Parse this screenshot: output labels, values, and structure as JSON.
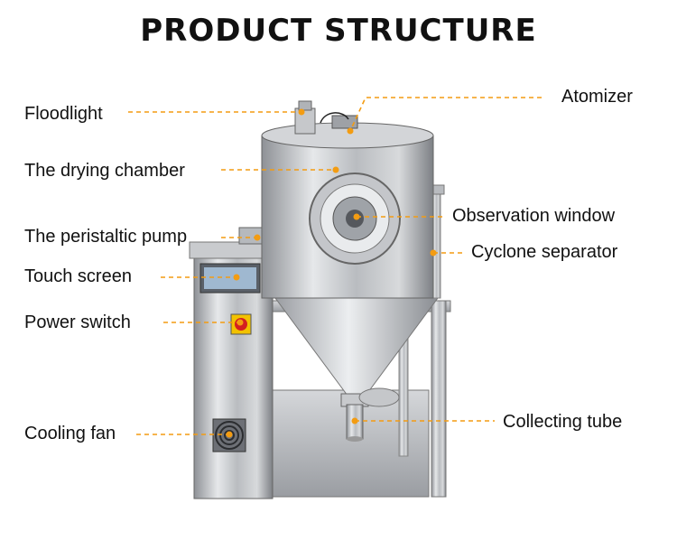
{
  "title": "PRODUCT STRUCTURE",
  "accent_color": "#f39c12",
  "labels": {
    "floodlight": "Floodlight",
    "drying_chamber": "The drying chamber",
    "peristaltic_pump": "The peristaltic pump",
    "touch_screen": "Touch screen",
    "power_switch": "Power switch",
    "cooling_fan": "Cooling fan",
    "atomizer": "Atomizer",
    "observation_window": "Observation window",
    "cyclone_separator": "Cyclone separator",
    "collecting_tube": "Collecting tube"
  }
}
